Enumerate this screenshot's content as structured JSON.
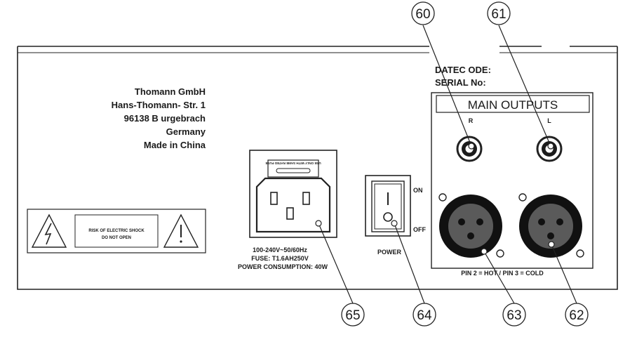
{
  "manufacturer": {
    "line1": "Thomann GmbH",
    "line2": "Hans-Thomann- Str. 1",
    "line3": "96138 B urgebrach",
    "line4": "Germany",
    "line5": "Made in China"
  },
  "warning": {
    "line1": "RISK OF ELECTRIC SHOCK",
    "line2": "DO NOT OPEN"
  },
  "datecode": {
    "date_label": "DATEC ODE:",
    "serial_label": "SERIAL  No:"
  },
  "outputs": {
    "title": "MAIN OUTPUTS",
    "right_label": "R",
    "left_label": "L",
    "pin_info": "PIN 2 = HOT   / PIN 3 = COLD"
  },
  "power_switch": {
    "on_label": "ON",
    "off_label": "OFF",
    "power_label": "POWER"
  },
  "mains": {
    "fuse_note": "USE ONLY WITH SAME RATED FUSE",
    "line1": "100-240V~50/60Hz",
    "line2": "FUSE:    T1.6AH250V",
    "line3": "POWER CONSUMPTION: 40W"
  },
  "callouts": {
    "c60": "60",
    "c61": "61",
    "c62": "62",
    "c63": "63",
    "c64": "64",
    "c65": "65"
  }
}
